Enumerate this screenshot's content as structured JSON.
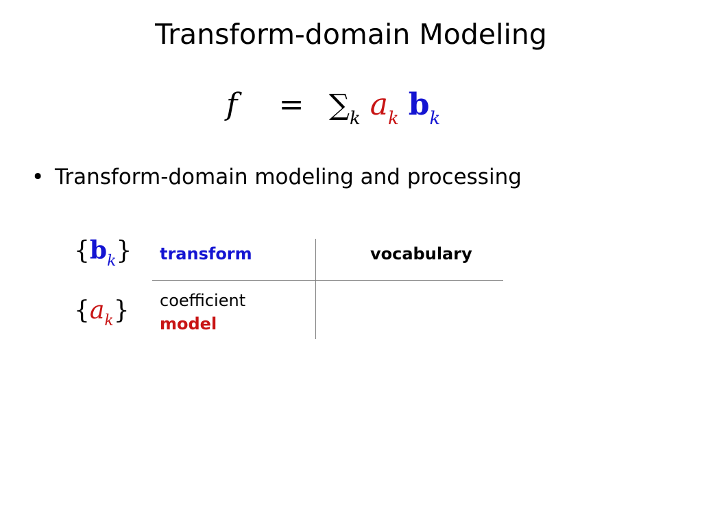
{
  "slide": {
    "title": "Transform-domain Modeling"
  },
  "formula": {
    "lhs": "f",
    "equals": "=",
    "sum_symbol": "∑",
    "sum_index": "k",
    "coefficient": "a",
    "coefficient_index": "k",
    "basis": "b",
    "basis_index": "k"
  },
  "bullets": [
    "Transform-domain modeling and processing"
  ],
  "bullet_glyph": "•",
  "set_labels": {
    "basis_set": {
      "open": "{",
      "symbol": "b",
      "index": "k",
      "close": "}"
    },
    "coefficient_set": {
      "open": "{",
      "symbol": "a",
      "index": "k",
      "close": "}"
    }
  },
  "table": {
    "transform_label": "transform",
    "vocabulary_label": "vocabulary",
    "coefficient_label": "coefficient",
    "model_label": "model"
  },
  "colors": {
    "blue": "#1414d2",
    "red": "#c81414",
    "black": "#000000",
    "rule": "#808080"
  }
}
